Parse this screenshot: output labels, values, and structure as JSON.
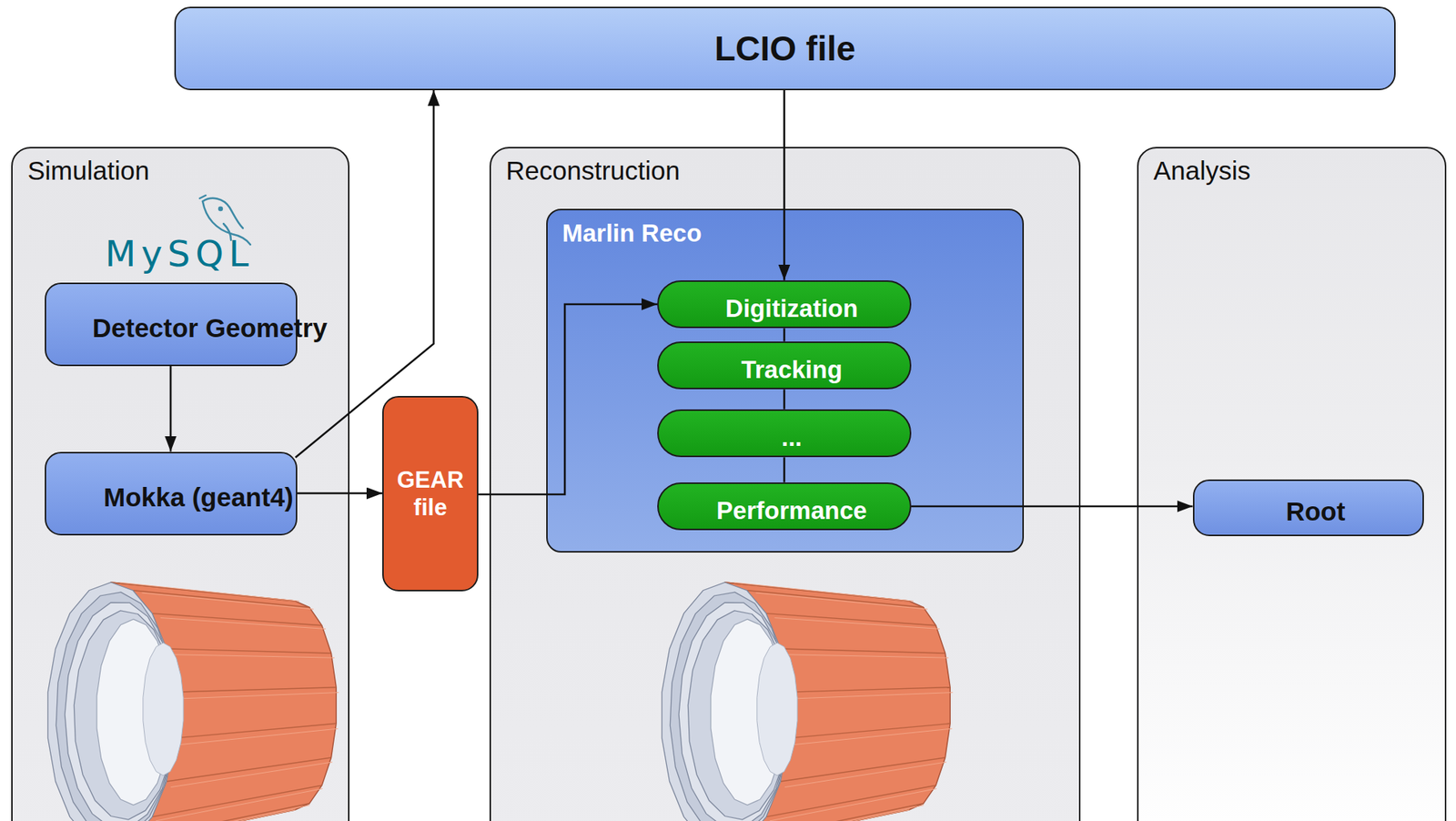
{
  "diagram": {
    "nodes": [
      {
        "text": [
          "LCIO file"
        ]
      },
      {
        "text": [
          "Simulation"
        ]
      },
      {
        "text": [
          "Detector Geometry"
        ],
        "in": 1
      },
      {
        "text": [
          "Mokka (geant4)"
        ],
        "in": 1
      },
      {
        "text": [
          "GEAR file"
        ]
      },
      {
        "text": [
          "Reconstruction"
        ]
      },
      {
        "text": [
          "Marlin Reco"
        ],
        "in": 5
      },
      {
        "text": [
          "Digitization"
        ],
        "in": 6
      },
      {
        "text": [
          "Tracking"
        ],
        "in": 6
      },
      {
        "text": [
          "..."
        ],
        "in": 6
      },
      {
        "text": [
          "Performance"
        ],
        "in": 6
      },
      {
        "text": [
          "Analysis"
        ]
      },
      {
        "text": [
          "Root"
        ],
        "in": 11
      }
    ],
    "edges": [
      {
        "from": 2,
        "to": 3,
        "arrow": "to"
      },
      {
        "from": 3,
        "to": 0,
        "arrow": "to"
      },
      {
        "from": 3,
        "to": 4,
        "arrow": "to"
      },
      {
        "from": 4,
        "to": 7,
        "arrow": "to"
      },
      {
        "from": 0,
        "to": 7,
        "arrow": "to"
      },
      {
        "from": 7,
        "to": 8,
        "arrow": "none"
      },
      {
        "from": 8,
        "to": 9,
        "arrow": "none"
      },
      {
        "from": 9,
        "to": 10,
        "arrow": "none"
      },
      {
        "from": 10,
        "to": 12,
        "arrow": "to"
      }
    ],
    "labels": [
      "MySQL"
    ]
  }
}
